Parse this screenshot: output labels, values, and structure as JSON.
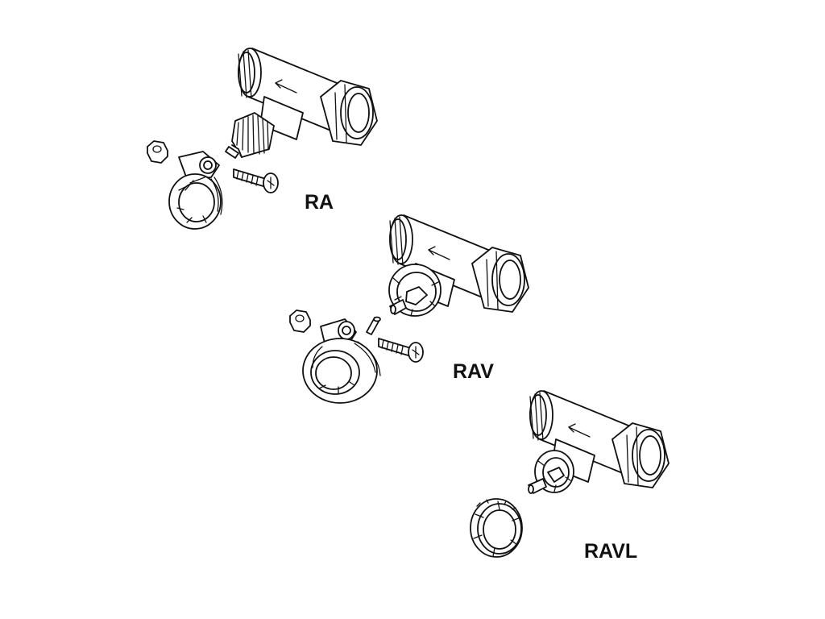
{
  "labels": {
    "ra": "RA",
    "rav": "RAV",
    "ravl": "RAVL"
  },
  "colors": {
    "line": "#111111",
    "background": "#ffffff"
  },
  "icons": [
    "valve-body-icon",
    "flow-arrow-icon",
    "hex-nut-icon",
    "clamp-ring-icon",
    "screw-icon",
    "pin-icon",
    "adapter-ring-icon"
  ]
}
